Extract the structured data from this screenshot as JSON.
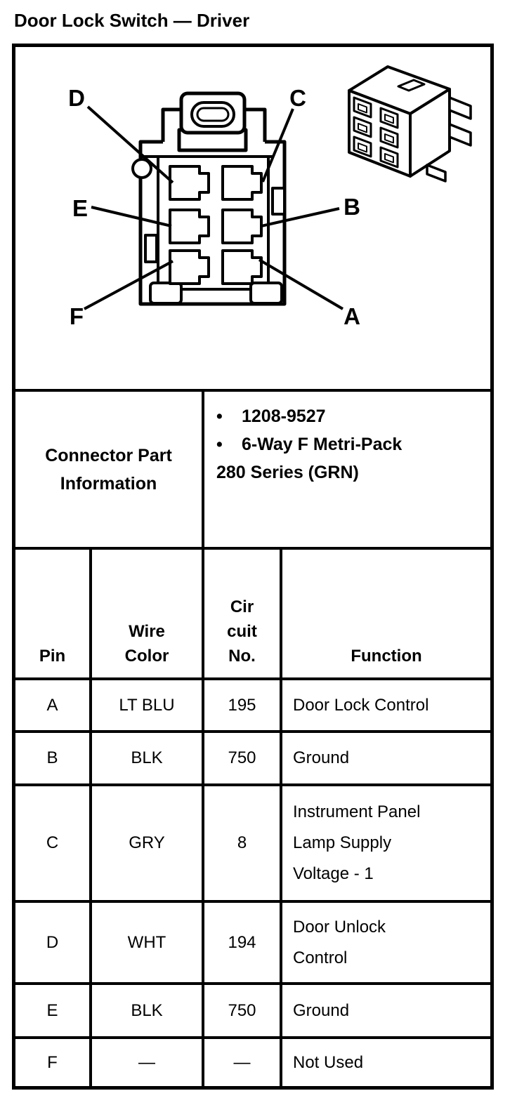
{
  "title": "Door Lock Switch — Driver",
  "diagram": {
    "labels": {
      "a": "A",
      "b": "B",
      "c": "C",
      "d": "D",
      "e": "E",
      "f": "F"
    }
  },
  "part_info": {
    "title": "Connector Part Information",
    "items": [
      {
        "bullet": "•",
        "text": "1208-9527"
      },
      {
        "bullet": "•",
        "text": "6-Way F Metri-Pack"
      },
      {
        "bullet": "",
        "text": "280 Series (GRN)"
      }
    ]
  },
  "pin_table": {
    "headers": {
      "pin": "Pin",
      "wire_color": "Wire\nColor",
      "circuit_no": "Cir\ncuit\nNo.",
      "function": "Function"
    },
    "rows": [
      {
        "pin": "A",
        "wire_color": "LT BLU",
        "circuit_no": "195",
        "function": "Door Lock Control"
      },
      {
        "pin": "B",
        "wire_color": "BLK",
        "circuit_no": "750",
        "function": "Ground"
      },
      {
        "pin": "C",
        "wire_color": "GRY",
        "circuit_no": "8",
        "function": "Instrument Panel\nLamp Supply\nVoltage - 1"
      },
      {
        "pin": "D",
        "wire_color": "WHT",
        "circuit_no": "194",
        "function": "Door Unlock\nControl"
      },
      {
        "pin": "E",
        "wire_color": "BLK",
        "circuit_no": "750",
        "function": "Ground"
      },
      {
        "pin": "F",
        "wire_color": "—",
        "circuit_no": "—",
        "function": "Not Used"
      }
    ]
  },
  "colors": {
    "line": "#000000",
    "background": "#ffffff"
  }
}
